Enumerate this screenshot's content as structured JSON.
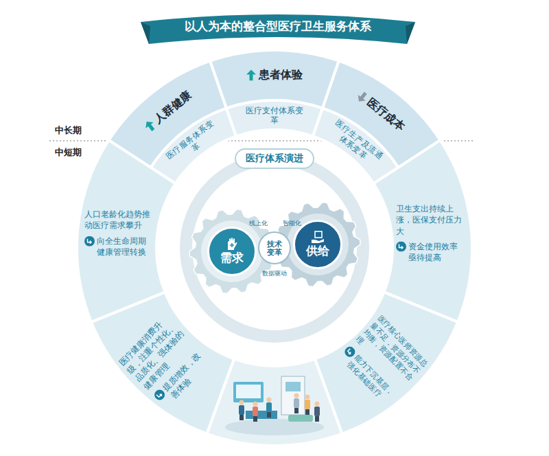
{
  "diagram": {
    "nodes": [
      {
        "text": [
          "以人为本的整合型医疗卫生服务体系"
        ]
      },
      {
        "text": [
          "人群健康"
        ]
      },
      {
        "text": [
          "患者体验"
        ]
      },
      {
        "text": [
          "医疗成本"
        ]
      },
      {
        "text": [
          "医疗服务体系变革"
        ]
      },
      {
        "text": [
          "医疗支付体系变革"
        ]
      },
      {
        "text": [
          "医疗生产及流通体系变革"
        ]
      },
      {
        "text": [
          "医疗体系演进"
        ]
      },
      {
        "text": [
          "需求"
        ]
      },
      {
        "text": [
          "技术变革"
        ]
      },
      {
        "text": [
          "供给"
        ]
      },
      {
        "text": [
          "人口老龄化趋势推动医疗需求攀升",
          "向全生命周期健康管理转换"
        ]
      },
      {
        "text": [
          "卫生支出持续上涨，医保支付压力大",
          "资金使用效率亟待提高"
        ]
      },
      {
        "text": [
          "医疗健康消费升级，注重个性化、品质化、强体验的健康管理",
          "提质增效，改善体验"
        ]
      },
      {
        "text": [
          "医疗核心医师资源总量不足，资源分布不均衡，资源配置不合理",
          "能力下沉基层，强化基础医疗"
        ]
      }
    ],
    "labels": [
      "中长期",
      "中短期",
      "线上化",
      "智能化",
      "数据驱动"
    ]
  }
}
